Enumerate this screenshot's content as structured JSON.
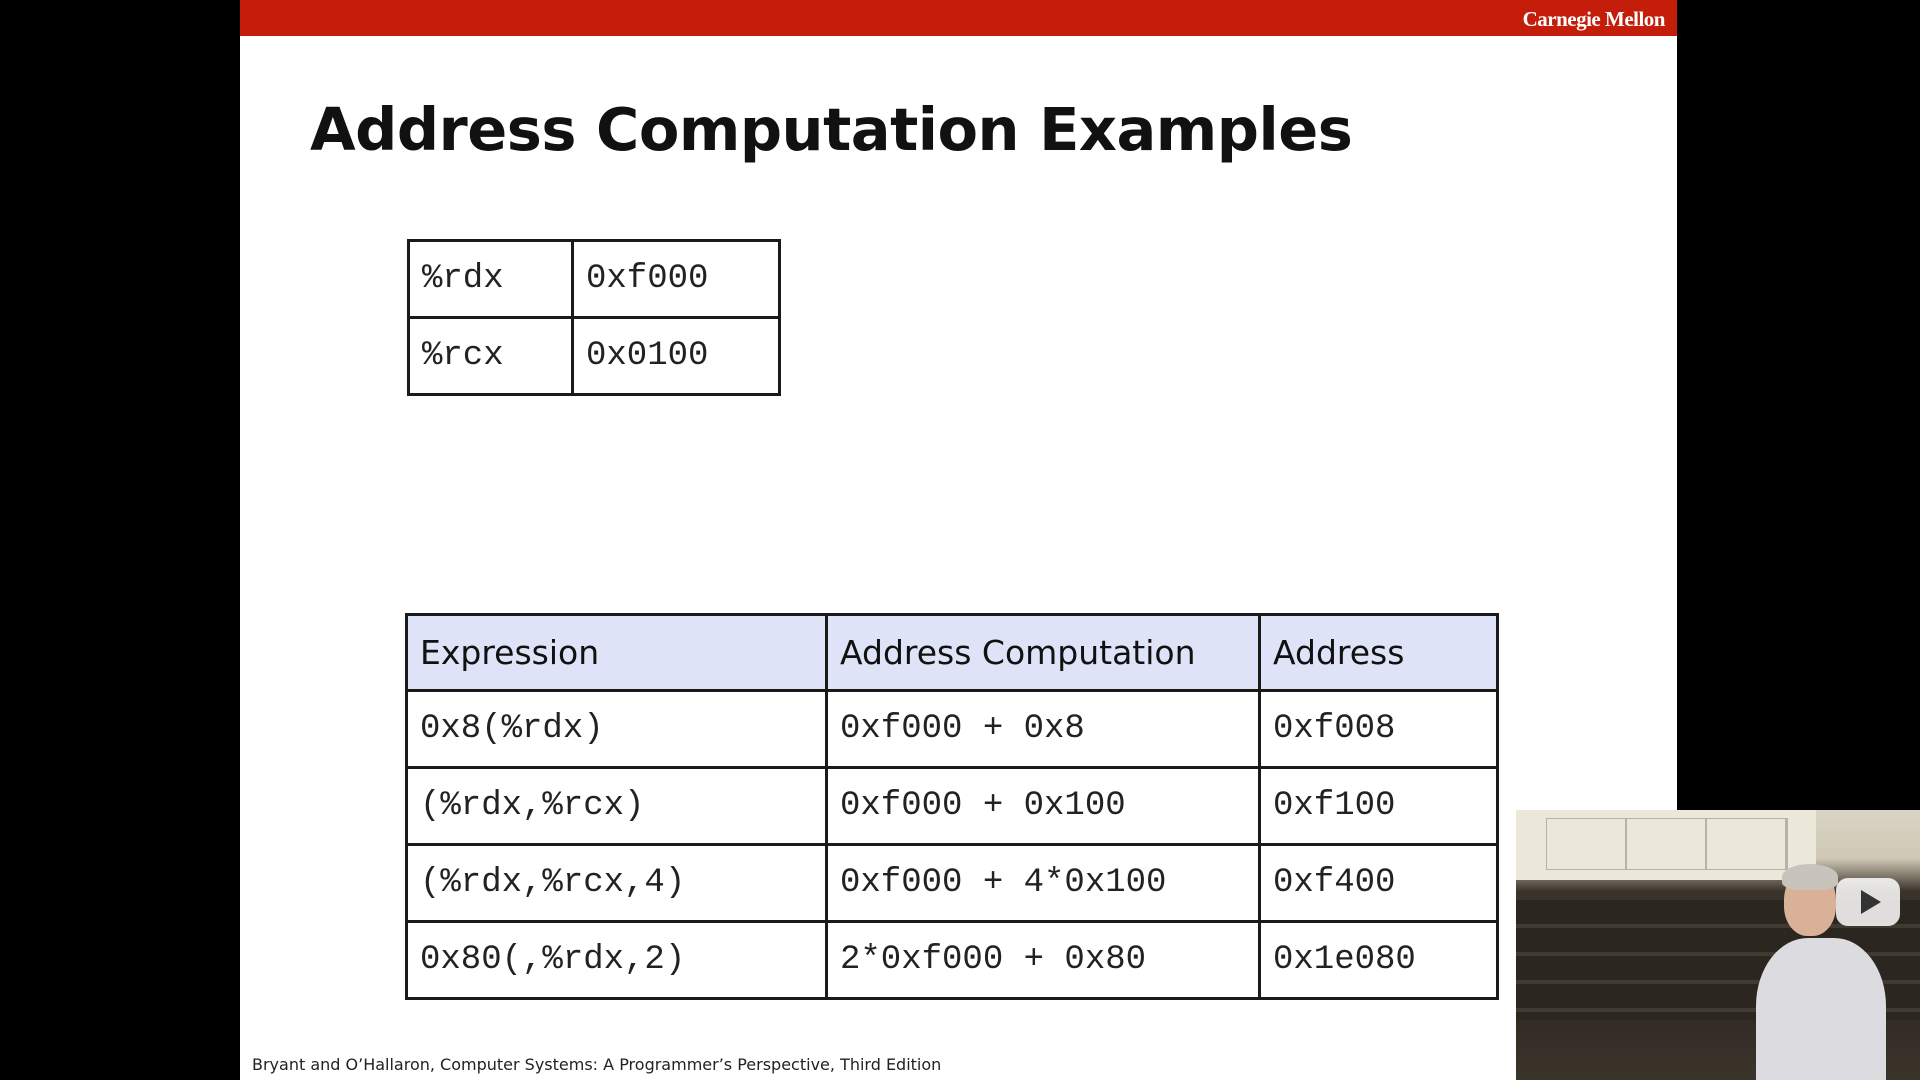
{
  "header": {
    "logo_text": "Carnegie Mellon",
    "bar_color": "#c41e0a"
  },
  "slide": {
    "title": "Address Computation Examples"
  },
  "registers": [
    {
      "name": "%rdx",
      "value": "0xf000"
    },
    {
      "name": "%rcx",
      "value": "0x0100"
    }
  ],
  "examples": {
    "headers": [
      "Expression",
      "Address Computation",
      "Address"
    ],
    "header_bg": "#dfe3f7",
    "rows": [
      {
        "expression": "0x8(%rdx)",
        "computation": "0xf000 + 0x8",
        "address": "0xf008"
      },
      {
        "expression": "(%rdx,%rcx)",
        "computation": "0xf000 + 0x100",
        "address": "0xf100"
      },
      {
        "expression": "(%rdx,%rcx,4)",
        "computation": "0xf000 + 4*0x100",
        "address": "0xf400"
      },
      {
        "expression": "0x80(,%rdx,2)",
        "computation": "2*0xf000 + 0x80",
        "address": "0x1e080"
      }
    ]
  },
  "footer": {
    "citation": "Bryant and O’Hallaron, Computer Systems: A Programmer’s Perspective, Third Edition"
  },
  "video": {
    "play_icon": "play-icon"
  }
}
